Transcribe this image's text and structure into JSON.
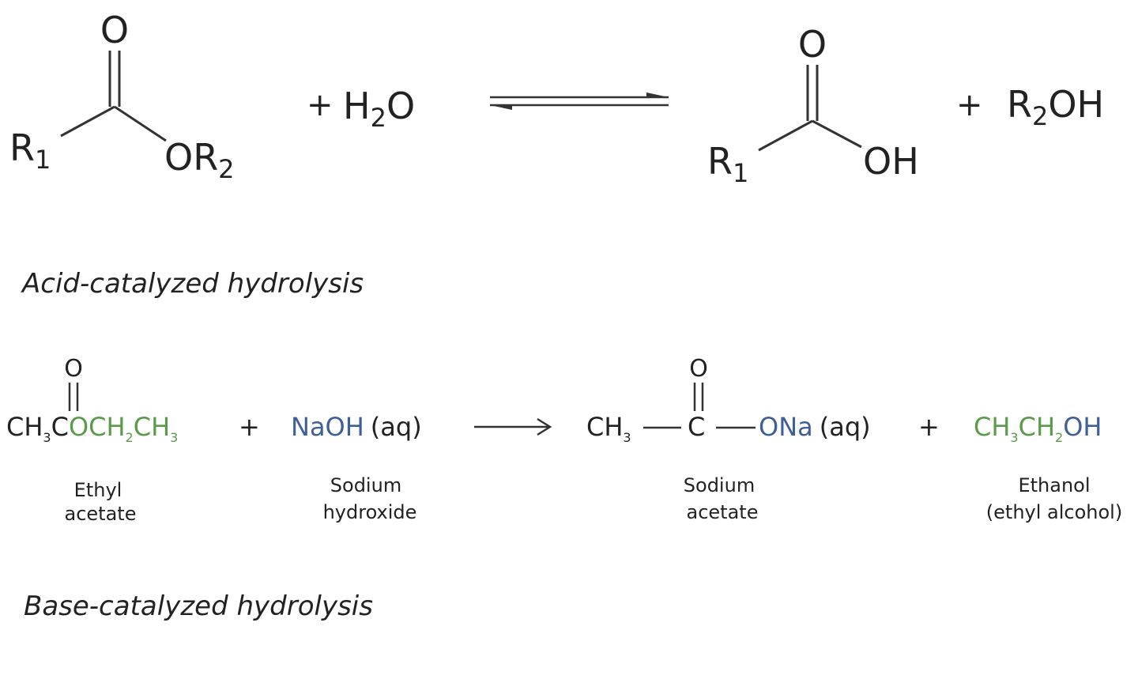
{
  "colors": {
    "text": "#222222",
    "green": "#5a9a4a",
    "blue": "#3f5f9a",
    "line": "#333333"
  },
  "acid": {
    "ester": {
      "o_top": "O",
      "r1": "R",
      "r1_sub": "1",
      "or2": "OR",
      "or2_sub": "2"
    },
    "plus1": "+",
    "water": {
      "h": "H",
      "sub": "2",
      "o": "O"
    },
    "acid_product": {
      "o_top": "O",
      "r1": "R",
      "r1_sub": "1",
      "oh": "OH"
    },
    "plus2": "+",
    "alcohol": {
      "r": "R",
      "sub": "2",
      "oh": "OH"
    },
    "caption": "Acid-catalyzed hydrolysis"
  },
  "base": {
    "ethyl_acetate": {
      "o_top": "O",
      "ch": "CH",
      "sub3a": "3",
      "c": "C",
      "och": "OCH",
      "sub2": "2",
      "ch2": "CH",
      "sub3b": "3",
      "label1": "Ethyl",
      "label2": "acetate"
    },
    "plus1": "+",
    "naoh": {
      "formula": "NaOH",
      "state": "(aq)",
      "label1": "Sodium",
      "label2": "hydroxide"
    },
    "sodium_acetate": {
      "o_top": "O",
      "ch": "CH",
      "sub3": "3",
      "c": "C",
      "ona": "ONa",
      "state": "(aq)",
      "label1": "Sodium",
      "label2": "acetate"
    },
    "plus2": "+",
    "ethanol": {
      "ch": "CH",
      "sub3": "3",
      "ch2": "CH",
      "sub2": "2",
      "oh": "OH",
      "label1": "Ethanol",
      "label2": "(ethyl alcohol)"
    },
    "caption": "Base-catalyzed hydrolysis"
  }
}
